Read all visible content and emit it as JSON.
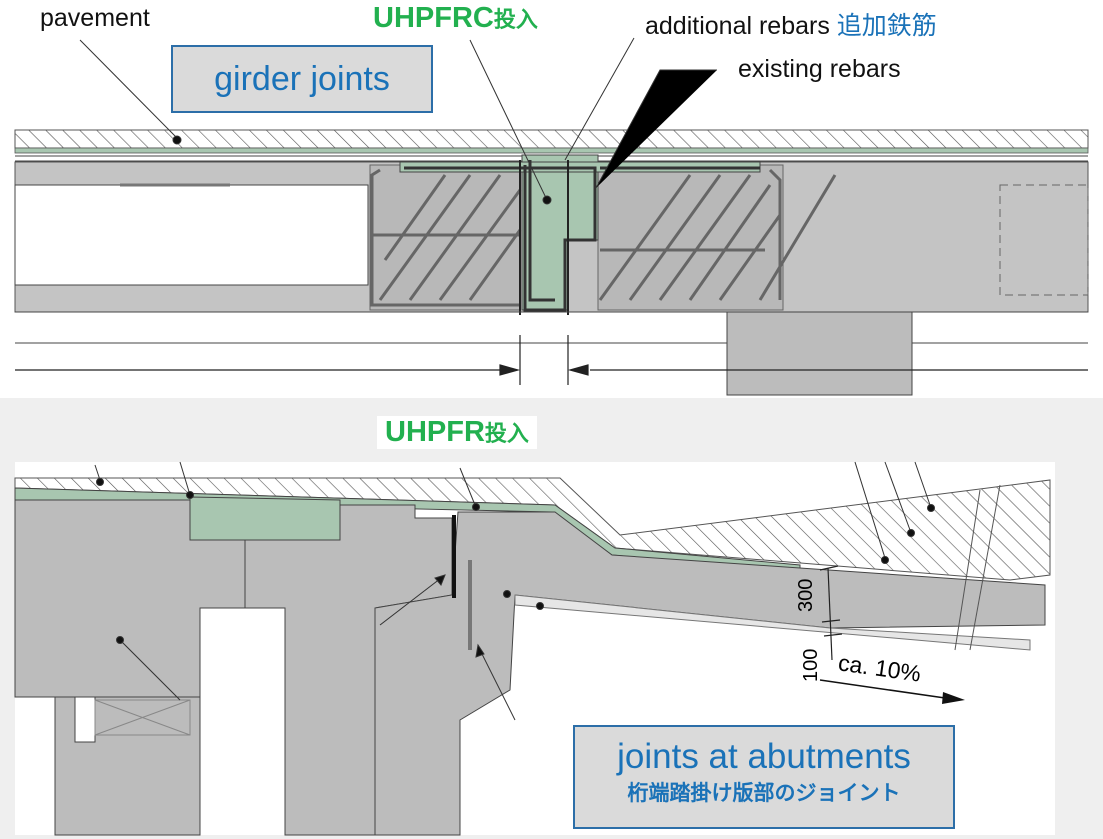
{
  "top": {
    "pavement": "pavement",
    "uhpfrc": "UHPFRC",
    "uhpfrc_jp": "投入",
    "additional_rebars": "additional rebars",
    "additional_rebars_jp": "追加鉄筋",
    "existing_rebars": "existing rebars",
    "title_box": "girder joints"
  },
  "bottom": {
    "uhpfr": "UHPFR",
    "uhpfr_jp": "投入",
    "dim_300": "300",
    "dim_100": "100",
    "slope": "ca. 10%",
    "title_box": "joints at abutments",
    "title_box_jp": "桁端踏掛け版部のジョイント"
  },
  "colors": {
    "concrete": "#bcbcbc",
    "uhpfrc": "#a8c6b0",
    "label_green": "#22b04f",
    "label_blue": "#1a72b8"
  }
}
